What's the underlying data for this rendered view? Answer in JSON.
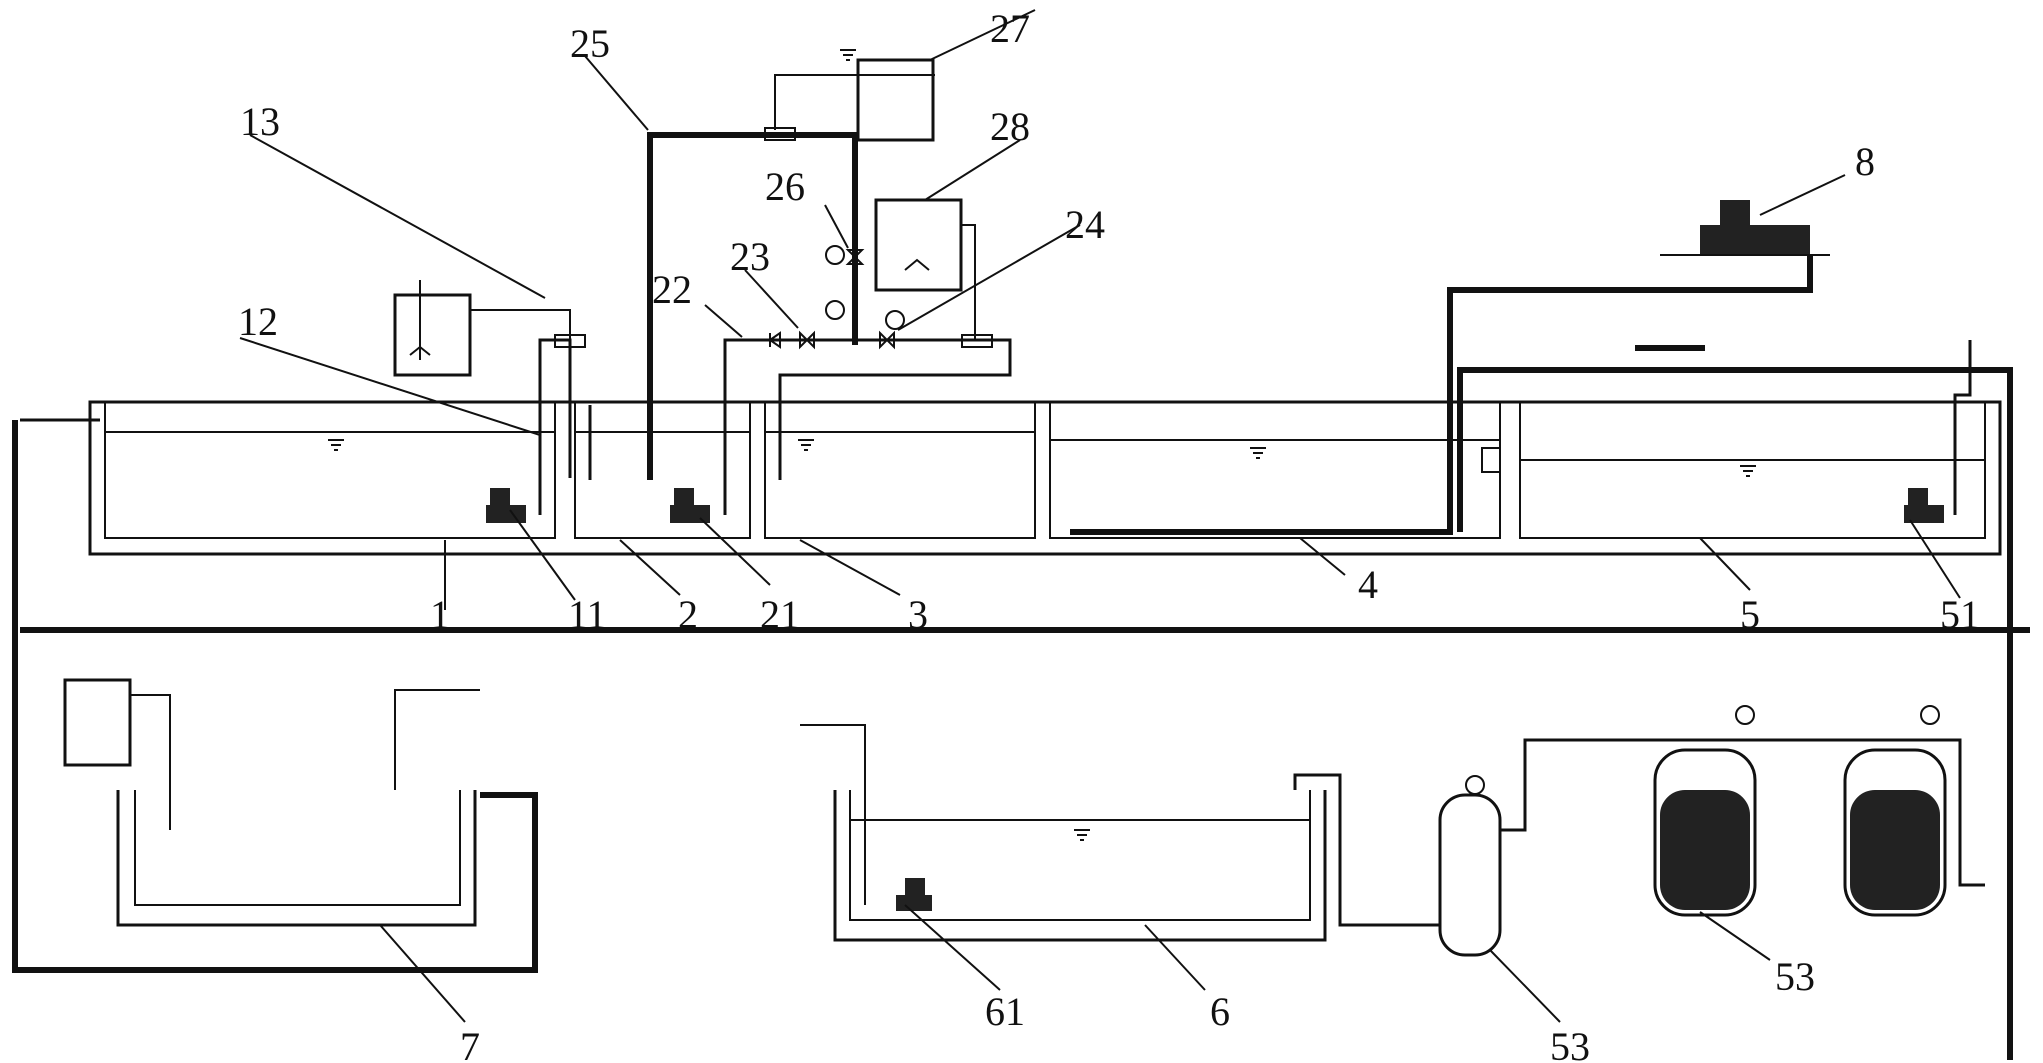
{
  "labels": {
    "l1": "1",
    "l2": "2",
    "l3": "3",
    "l4": "4",
    "l5": "5",
    "l6": "6",
    "l7": "7",
    "l8": "8",
    "l11": "11",
    "l12": "12",
    "l13": "13",
    "l21": "21",
    "l22": "22",
    "l23": "23",
    "l24": "24",
    "l25": "25",
    "l26": "26",
    "l27": "27",
    "l28": "28",
    "l51": "51",
    "l53a": "53",
    "l53b": "53",
    "l61": "61"
  },
  "icons": [
    "submersible-pump-icon",
    "valve-icon",
    "flowmeter-icon",
    "pressure-gauge-icon",
    "dosing-tank-icon",
    "stirrer-icon",
    "check-valve-icon",
    "water-level-icon",
    "pressure-vessel-icon",
    "filter-tank-icon",
    "blower-icon"
  ]
}
